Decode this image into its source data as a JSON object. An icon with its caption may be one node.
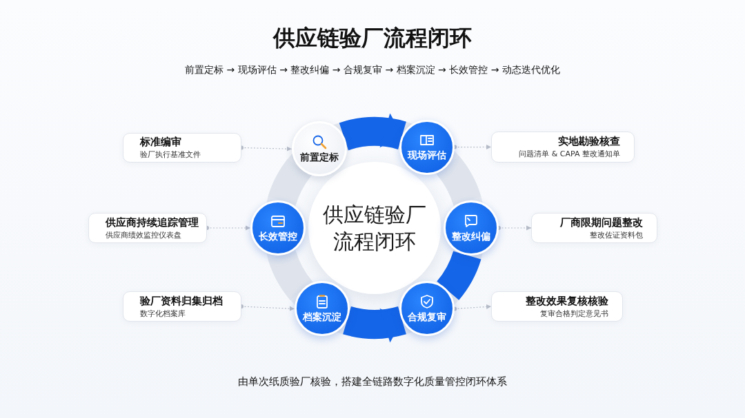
{
  "diagram": {
    "title": "供应链验厂流程闭环",
    "caption": "由单次纸质验厂核验，搭建全链路数字化质量管控闭环体系",
    "labels": [
      "前置定标 → 现场评估 → 整改纠偏 → 合规复审 → 档案沉淀 → 长效管控 → 动态迭代优化"
    ],
    "nodes": [
      {
        "text": [
          "供应链验厂流程闭环"
        ]
      },
      {
        "text": [
          "前置定标"
        ]
      },
      {
        "text": [
          "现场评估"
        ]
      },
      {
        "text": [
          "整改纠偏"
        ]
      },
      {
        "text": [
          "合规复审"
        ]
      },
      {
        "text": [
          "档案沉淀"
        ]
      },
      {
        "text": [
          "长效管控"
        ]
      },
      {
        "text": [
          "标准编审",
          "验厂执行基准文件"
        ]
      },
      {
        "text": [
          "实地勘验核查",
          "问题清单 & CAPA 整改通知单"
        ]
      },
      {
        "text": [
          "供应商持续追踪管理",
          "供应商绩效监控仪表盘"
        ]
      },
      {
        "text": [
          "厂商限期问题整改",
          "整改佐证资料包"
        ]
      },
      {
        "text": [
          "验厂资料归集归档",
          "数字化档案库"
        ]
      },
      {
        "text": [
          "整改效果复核核验",
          "复审合格判定意见书"
        ]
      }
    ],
    "edges": [
      {
        "from": 1,
        "to": 2,
        "arrow": "to",
        "style": "thick",
        "color": "#1565e8"
      },
      {
        "from": 2,
        "to": 3,
        "arrow": "none",
        "style": "thick"
      },
      {
        "from": 3,
        "to": 4,
        "arrow": "none",
        "style": "thick",
        "color": "#1565e8"
      },
      {
        "from": 5,
        "to": 4,
        "arrow": "to",
        "style": "thick",
        "color": "#1565e8"
      },
      {
        "from": 5,
        "to": 6,
        "arrow": "none",
        "style": "thick"
      },
      {
        "from": 6,
        "to": 1,
        "arrow": "none",
        "style": "thick"
      },
      {
        "from": 7,
        "to": 1,
        "arrow": "to",
        "style": "dashed"
      },
      {
        "from": 2,
        "to": 8,
        "arrow": "to",
        "style": "dashed"
      },
      {
        "from": 9,
        "to": 6,
        "arrow": "to",
        "style": "dashed"
      },
      {
        "from": 3,
        "to": 10,
        "arrow": "to",
        "style": "dashed"
      },
      {
        "from": 11,
        "to": 5,
        "arrow": "to",
        "style": "dashed"
      },
      {
        "from": 4,
        "to": 12,
        "arrow": "to",
        "style": "dashed"
      }
    ]
  }
}
